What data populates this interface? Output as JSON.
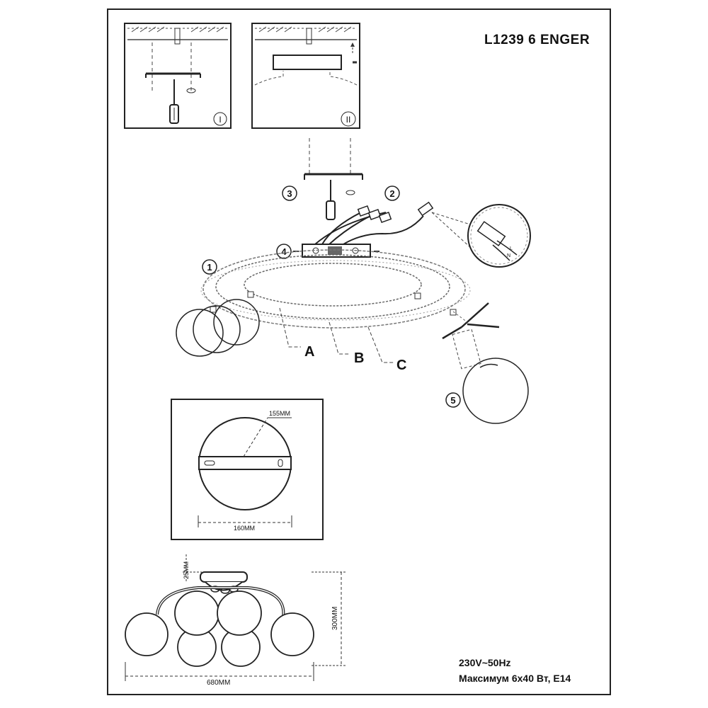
{
  "header": {
    "model": "L1239 6  ENGER"
  },
  "panels": {
    "step_i": "I",
    "step_ii": "II"
  },
  "steps": {
    "s1": "1",
    "s2": "2",
    "s3": "3",
    "s4": "4",
    "s5": "5"
  },
  "rings": {
    "a": "A",
    "b": "B",
    "c": "C"
  },
  "dimensions": {
    "plate_width": "155MM",
    "plate_diameter": "160MM",
    "height_canopy": "25MM",
    "height_total": "300MM",
    "width_total": "680MM"
  },
  "specs": {
    "voltage": "230V~50Hz",
    "max_power": "Максимум 6x40 Вт, E14"
  }
}
